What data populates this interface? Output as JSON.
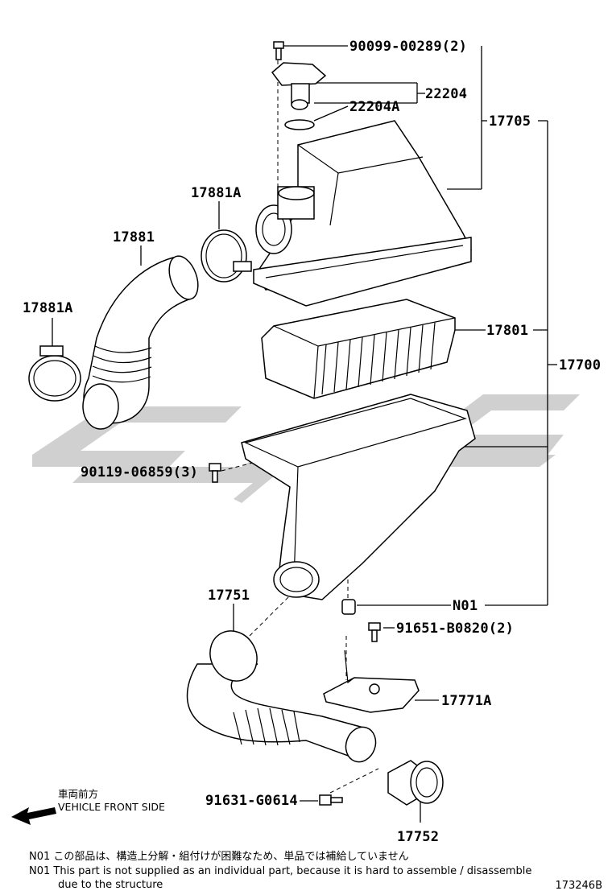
{
  "part_labels": {
    "p90099": "90099-00289(2)",
    "p22204": "22204",
    "p22204A": "22204A",
    "p17705": "17705",
    "p17881A_top": "17881A",
    "p17881": "17881",
    "p17881A_left": "17881A",
    "p17801": "17801",
    "p17700": "17700",
    "p90119": "90119-06859(3)",
    "p17751": "17751",
    "pN01": "N01",
    "p91651": "91651-B0820(2)",
    "p17771A": "17771A",
    "p91631": "91631-G0614",
    "p17752": "17752"
  },
  "front_indicator": {
    "jp": "車両前方",
    "en": "VEHICLE FRONT SIDE"
  },
  "notes": {
    "jp_line": "N01  この部品は、構造上分解・組付けが困難なため、単品では補給していません",
    "en_line1": "N01  This part is not supplied as an individual part, because it is hard to assemble / disassemble",
    "en_line2": "due to the structure"
  },
  "diagram_ref": "173246B",
  "watermark_color": "#c8c8c8"
}
